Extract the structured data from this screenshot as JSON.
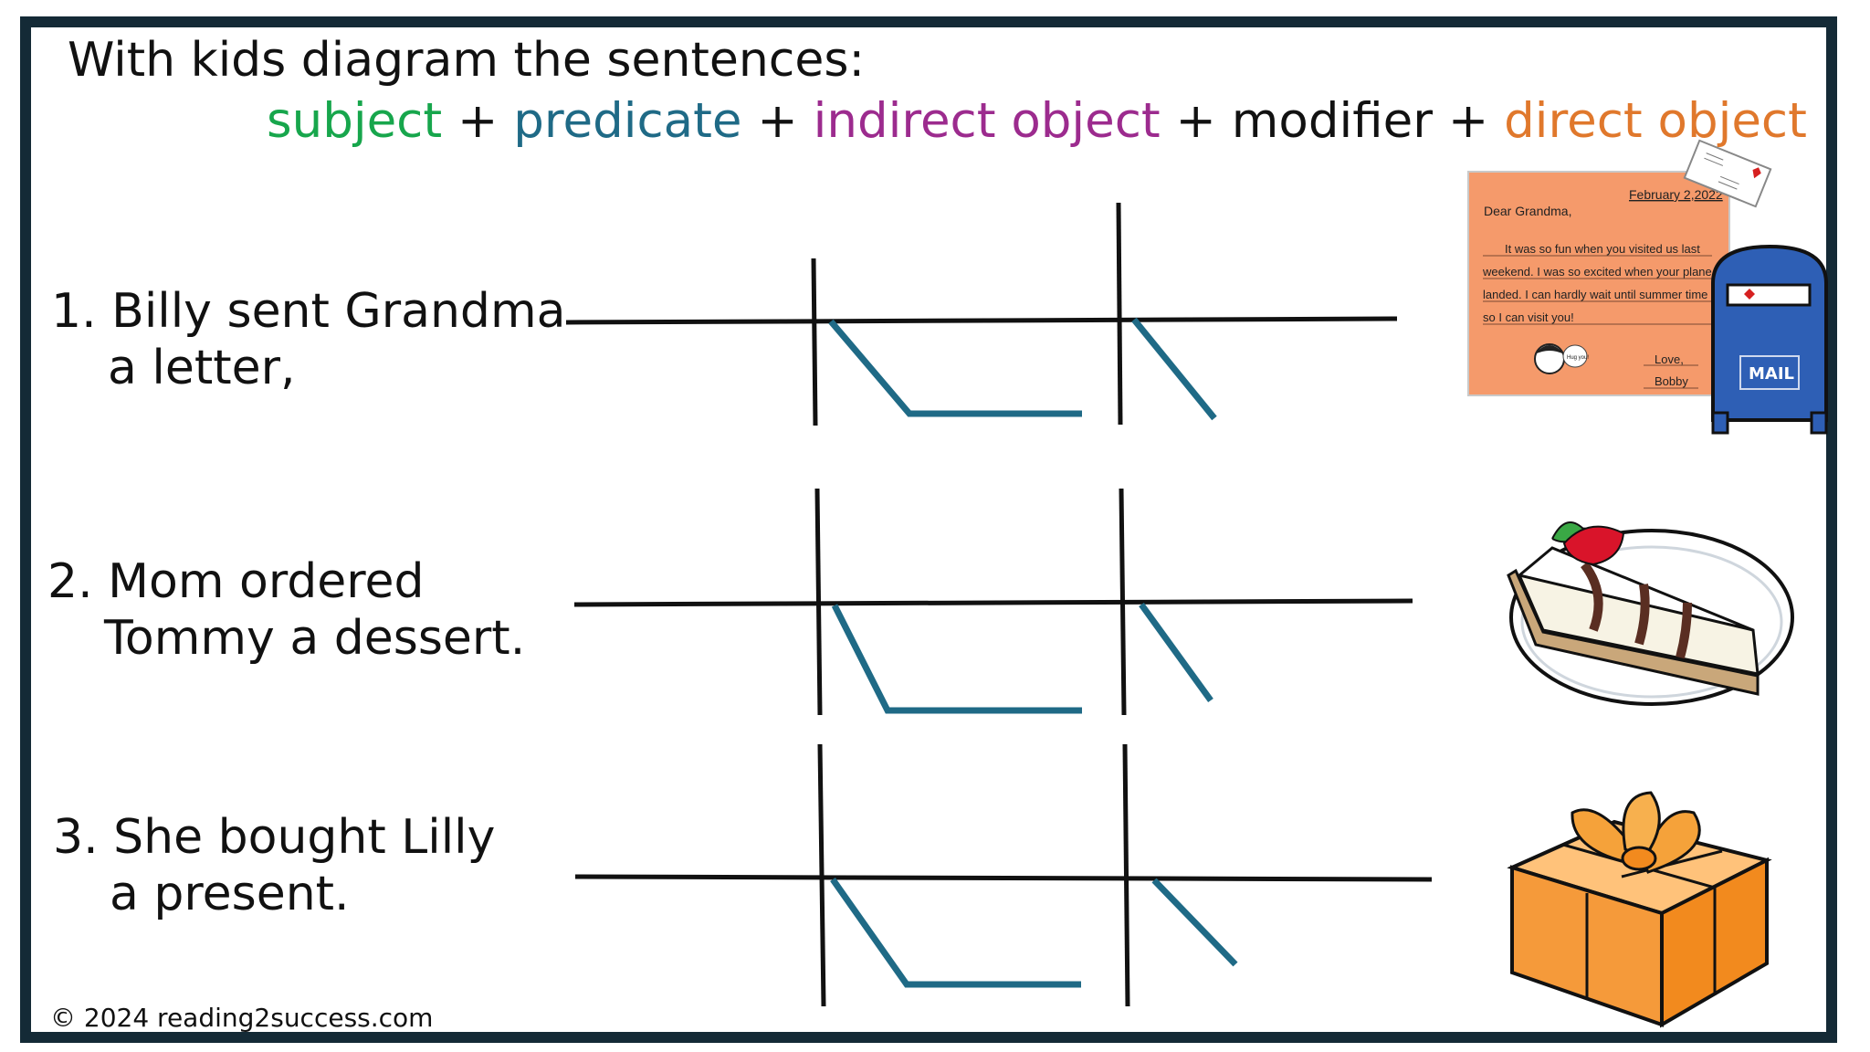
{
  "title": "With kids diagram the sentences:",
  "legend": [
    {
      "label": "subject",
      "color": "#17a64c"
    },
    {
      "label": "predicate",
      "color": "#1f6a86"
    },
    {
      "label": "indirect object",
      "color": "#9c2b8e"
    },
    {
      "label": "modifier",
      "color": "#111111"
    },
    {
      "label": "direct object",
      "color": "#e0782c"
    }
  ],
  "legend_separator": "+",
  "sentences": [
    {
      "number": "1.",
      "line1": "Billy sent Grandma",
      "line2": "a letter,"
    },
    {
      "number": "2.",
      "line1": "Mom ordered",
      "line2": "Tommy a dessert."
    },
    {
      "number": "3.",
      "line1": "She bought Lilly",
      "line2": "a present."
    }
  ],
  "letter": {
    "date": "February 2,2022",
    "greeting": "Dear Grandma,",
    "body_lines": [
      "It was so fun when you visited us last",
      "weekend.  I was so excited when your plane",
      "landed.  I can hardly wait until summer time",
      "so I can visit you!"
    ],
    "speech": "Hug you!",
    "closing": "Love,",
    "signature": "Bobby"
  },
  "mailbox_label": "MAIL",
  "footer": "© 2024 reading2success.com",
  "colors": {
    "frame": "#142a36",
    "diagram_line": "#111111",
    "slant_line": "#1f6a86",
    "letter_paper": "#f59a6b",
    "mailbox": "#2e5fb5",
    "gift": "#f5a23a"
  },
  "icons": [
    "letter-image",
    "mailbox-icon",
    "cake-slice-icon",
    "gift-box-icon"
  ]
}
